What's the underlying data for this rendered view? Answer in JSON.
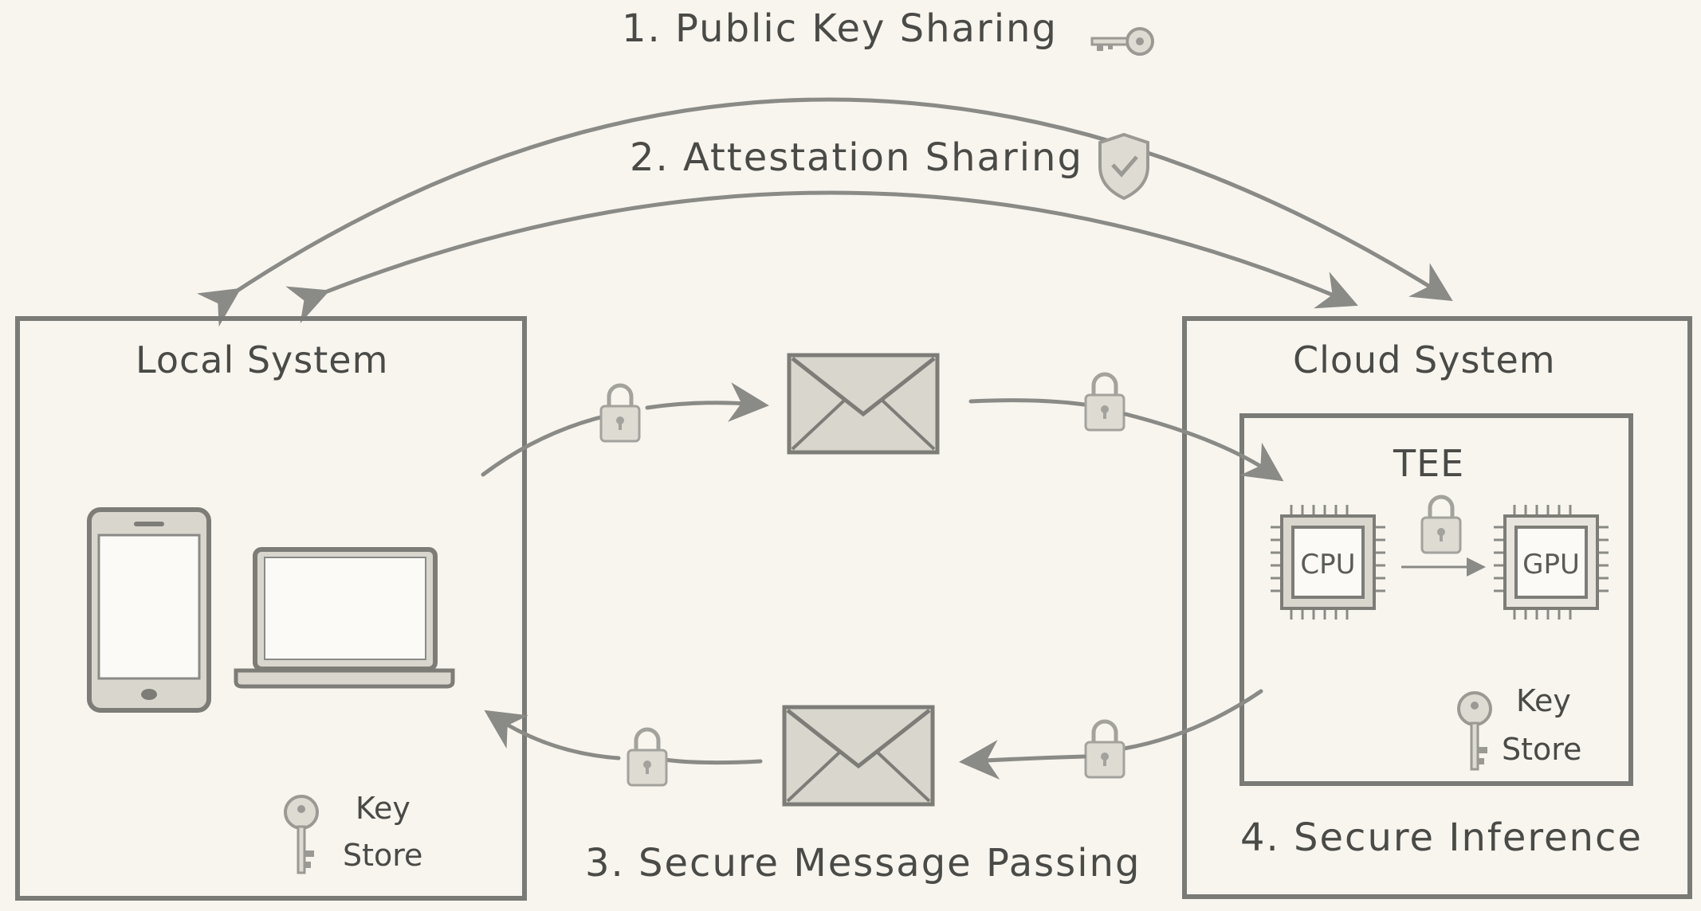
{
  "steps": {
    "step1": "1. Public Key Sharing",
    "step2": "2. Attestation Sharing",
    "step3": "3. Secure Message Passing",
    "step4": "4. Secure Inference"
  },
  "local_system": {
    "title": "Local System",
    "key_store": [
      "Key",
      "Store"
    ]
  },
  "cloud_system": {
    "title": "Cloud System",
    "tee": {
      "title": "TEE",
      "cpu": "CPU",
      "gpu": "GPU",
      "key_store": [
        "Key",
        "Store"
      ]
    }
  },
  "icons": {
    "public_key": "key-icon",
    "attestation": "shield-check-icon",
    "lock": "padlock-icon",
    "message": "envelope-icon",
    "phone": "smartphone-icon",
    "laptop": "laptop-icon",
    "chip": "chip-icon"
  },
  "colors": {
    "background": "#f8f5ee",
    "stroke": "#7a7a76",
    "icon_fill": "#dedbd3",
    "text": "#4a4a47"
  }
}
